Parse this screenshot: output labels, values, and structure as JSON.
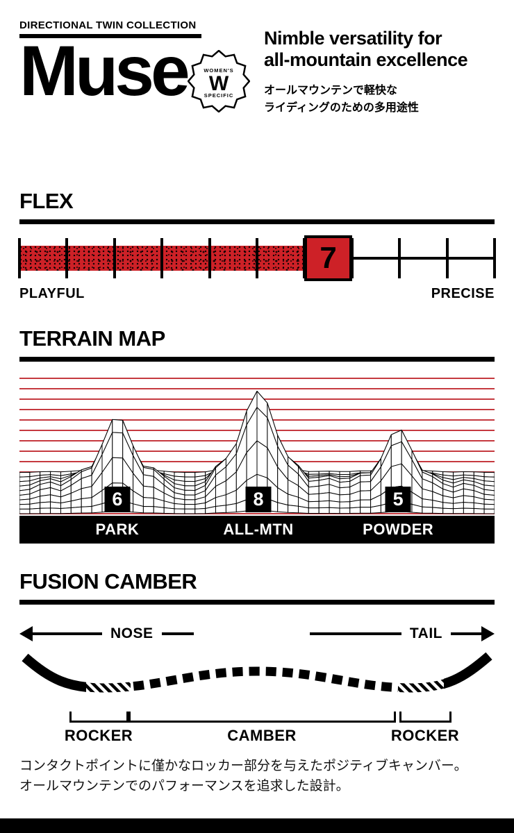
{
  "colors": {
    "accent": "#cd2127",
    "terrain_grid": "#c5393f"
  },
  "header": {
    "collection": "DIRECTIONAL TWIN COLLECTION",
    "title": "Muse",
    "badge": {
      "top": "WOMEN'S",
      "letter": "W",
      "bottom": "SPECIFIC"
    },
    "tagline": [
      "Nimble versatility for",
      "all-mountain excellence"
    ],
    "tagline_jp": [
      "オールマウンテンで軽快な",
      "ライディングのための多用途性"
    ]
  },
  "flex": {
    "heading": "FLEX",
    "value": 7,
    "scale_max": 10,
    "left_label": "PLAYFUL",
    "right_label": "PRECISE"
  },
  "terrain": {
    "heading": "TERRAIN MAP",
    "items": [
      {
        "label": "PARK",
        "value": 6
      },
      {
        "label": "ALL-MTN",
        "value": 8
      },
      {
        "label": "POWDER",
        "value": 5
      }
    ]
  },
  "camber": {
    "heading": "FUSION CAMBER",
    "nose_label": "NOSE",
    "tail_label": "TAIL",
    "zones": [
      "ROCKER",
      "CAMBER",
      "ROCKER"
    ],
    "description_jp": [
      "コンタクトポイントに僅かなロッカー部分を与えたポジティブキャンバー。",
      "オールマウンテンでのパフォーマンスを追求した設計。"
    ]
  },
  "chart_data": [
    {
      "type": "bar",
      "title": "FLEX",
      "categories": [
        "FLEX"
      ],
      "values": [
        7
      ],
      "xlim": [
        0,
        10
      ],
      "annotations": [
        "PLAYFUL",
        "PRECISE"
      ]
    },
    {
      "type": "area",
      "title": "TERRAIN MAP",
      "categories": [
        "PARK",
        "ALL-MTN",
        "POWDER"
      ],
      "values": [
        6,
        8,
        5
      ]
    }
  ]
}
